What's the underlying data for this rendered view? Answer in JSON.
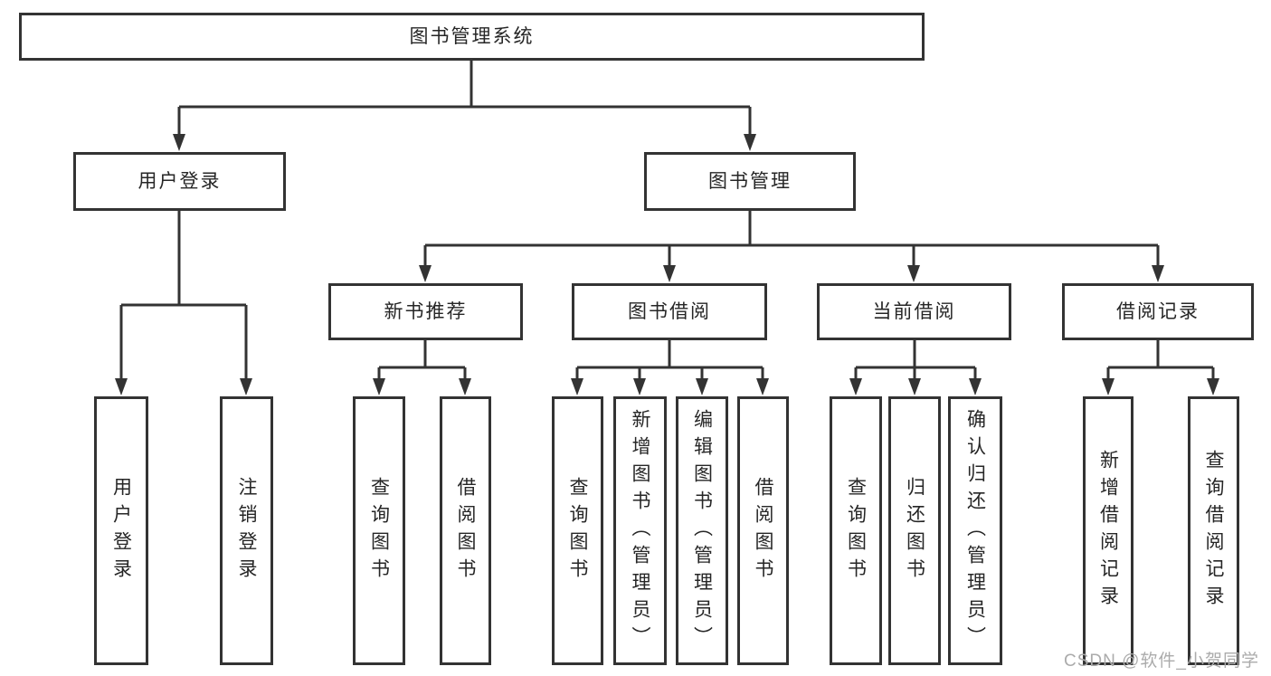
{
  "nodes": {
    "root": "图书管理系统",
    "user_login": "用户登录",
    "book_management": "图书管理",
    "new_book_recommend": "新书推荐",
    "book_borrowing": "图书借阅",
    "current_borrowing": "当前借阅",
    "borrowing_records": "借阅记录",
    "leaves": {
      "user_login_leaf": "用户登录",
      "logout": "注销登录",
      "query_books_1": "查询图书",
      "borrow_books_1": "借阅图书",
      "query_books_2": "查询图书",
      "add_books_admin": "新增图书（管理员）",
      "edit_books_admin": "编辑图书（管理员）",
      "borrow_books_2": "借阅图书",
      "query_books_3": "查询图书",
      "return_books": "归还图书",
      "confirm_return_admin": "确认归还（管理员）",
      "add_borrow_record": "新增借阅记录",
      "query_borrow_record": "查询借阅记录"
    }
  },
  "watermark": "CSDN @软件_小贺同学",
  "colors": {
    "line": "#333333",
    "text": "#262626",
    "watermark": "#ababab",
    "background": "#ffffff"
  }
}
